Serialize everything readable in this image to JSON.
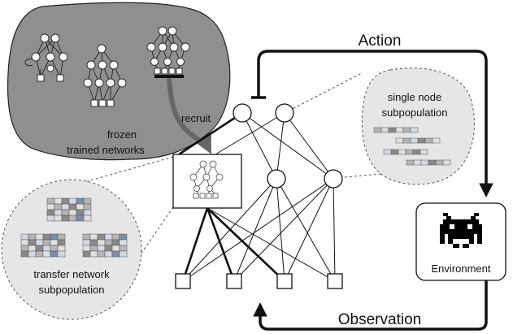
{
  "labels": {
    "action": "Action",
    "observation": "Observation",
    "recruit": "recruit",
    "frozen_line1": "frozen",
    "frozen_line2": "trained networks",
    "single_line1": "single node",
    "single_line2": "subpopulation",
    "transfer_line1": "transfer network",
    "transfer_line2": "subpopulation",
    "environment": "Environment"
  },
  "icons": [
    "space-invader-icon",
    "neural-network-icon",
    "genome-bar-icon",
    "genome-grid-icon"
  ],
  "colors": {
    "frozen_blob": "#8f8f8f",
    "subpopulation_bubble": "#e6e6e6",
    "genome_dark": "#8a8a8a",
    "genome_mid": "#b5b5b5",
    "genome_light": "#e0e0e0",
    "genome_accent": "#7a8fa6",
    "stroke": "#111111"
  }
}
